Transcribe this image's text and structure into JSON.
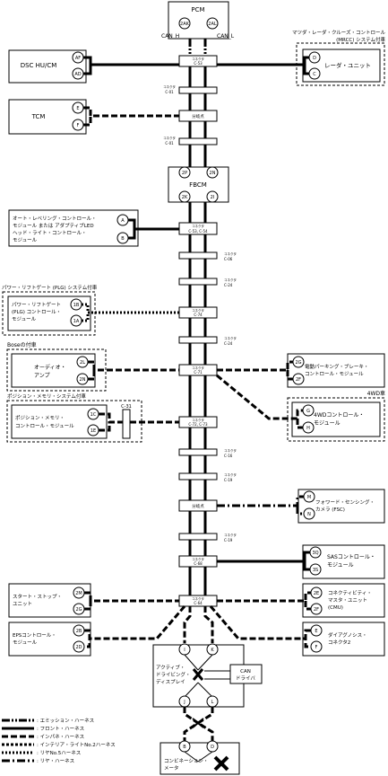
{
  "pcm": {
    "title": "PCM",
    "pin_h": "2AK",
    "pin_l": "2AL",
    "can_h": "CAN_H",
    "can_l": "CAN_L"
  },
  "mrcc": {
    "system": "マツダ・レーダ・クルーズ・コントロール",
    "system2": "(MRCC) システム付車",
    "unit": "レーダ・ユニット",
    "pin1": "D",
    "pin2": "C"
  },
  "dsc": {
    "label": "DSC HU/CM",
    "pin1": "AF",
    "pin2": "AD"
  },
  "tcm": {
    "label": "TCM",
    "pin1": "E",
    "pin2": "F"
  },
  "fbcm": {
    "label": "FBCM",
    "pins": [
      "2P",
      "2N",
      "2K",
      "2I"
    ]
  },
  "headlight": {
    "lines": [
      "オート・レベリング・コントロール・",
      "モジュール または アダプティブLED",
      "ヘッド・ライト・コントロール・",
      "モジュール"
    ],
    "pin1": "A",
    "pin2": "B"
  },
  "plg": {
    "system": "パワー・リフトゲート (PLG) システム付車",
    "lines": [
      "パワー・リフトゲート",
      "(PLG) コントロール・",
      "モジュール"
    ],
    "pin1": "1B",
    "pin2": "1A"
  },
  "audio": {
    "system": "Boseの付車",
    "lines": [
      "オーディオ・",
      "アンプ"
    ],
    "pin1": "2L",
    "pin2": "2N"
  },
  "epb": {
    "lines": [
      "電動パーキング・ブレーキ・",
      "コントロール・モジュール"
    ],
    "pin1": "2G",
    "pin2": "2F"
  },
  "fourwd": {
    "system": "4WD車",
    "lines": [
      "4WDコントロール・",
      "モジュール"
    ],
    "pin1": "G",
    "pin2": "H"
  },
  "memory": {
    "system": "ポジション・メモリ・システム付車",
    "lines": [
      "ポジション・メモリ・",
      "コントロール・モジュール"
    ],
    "pin1": "1C",
    "pin2": "1E",
    "connector": "C-31"
  },
  "fsc": {
    "lines": [
      "フォワード・センシング・",
      "カメラ (FSC)"
    ],
    "pin1": "M",
    "pin2": "N"
  },
  "sas": {
    "lines": [
      "SASコントロール・",
      "モジュール"
    ],
    "pin1": "3Q",
    "pin2": "3S"
  },
  "startstop": {
    "lines": [
      "スタート・ストップ・",
      "ユニット"
    ],
    "pin1": "2M",
    "pin2": "2G"
  },
  "cmu": {
    "lines": [
      "コネクティビティ・",
      "マスタ・ユニット",
      "(CMU)"
    ],
    "pin1": "2E",
    "pin2": "2F"
  },
  "eps": {
    "lines": [
      "EPSコントロール・",
      "モジュール"
    ],
    "pin1": "2B",
    "pin2": "2D"
  },
  "dlc": {
    "lines": [
      "ダイアグノシス・",
      "コネクタ2"
    ],
    "pin1": "E",
    "pin2": "F"
  },
  "add": {
    "lines": [
      "アクティブ・",
      "ドライビング・",
      "ディスプレイ"
    ],
    "pins": [
      "I",
      "K",
      "J",
      "L"
    ],
    "can_driver": [
      "CAN",
      "ドライバ"
    ]
  },
  "combi": {
    "lines": [
      "コンビネーション・",
      "メータ"
    ],
    "pin1": "B",
    "pin2": "D"
  },
  "connectors": {
    "c53": [
      "コネクタ",
      "C-53"
    ],
    "c01a": [
      "コネクタ",
      "C-01"
    ],
    "j1": "分岐点",
    "c01b": [
      "コネクタ",
      "C-01"
    ],
    "c5354": [
      "コネクタ",
      "C-53, C-54"
    ],
    "c06": [
      "コネクタ",
      "C-06"
    ],
    "c24a": [
      "コネクタ",
      "C-24"
    ],
    "c74": [
      "コネクタ",
      "C-74"
    ],
    "c24b": [
      "コネクタ",
      "C-24"
    ],
    "c71": [
      "コネクタ",
      "C-71"
    ],
    "c7273": [
      "コネクタ",
      "C-72, C-73"
    ],
    "c16": [
      "コネクタ",
      "C-16"
    ],
    "c19a": [
      "コネクタ",
      "C-19"
    ],
    "j2": "分岐点",
    "c19b": [
      "コネクタ",
      "C-19"
    ],
    "c68": [
      "コネクタ",
      "C-68"
    ],
    "c64": [
      "コネクタ",
      "C-64"
    ]
  },
  "legend": [
    {
      "style": "h-em",
      "label": ": エミッション・ハーネス"
    },
    {
      "style": "h-fr",
      "label": ": フロント・ハーネス"
    },
    {
      "style": "h-in",
      "label": ": インパネ・ハーネス"
    },
    {
      "style": "h-il",
      "label": ": インテリア・ライトNo.2ハーネス"
    },
    {
      "style": "h-r5",
      "label": ": リヤNo.5ハーネス"
    },
    {
      "style": "h-re",
      "label": ": リヤ・ハーネス"
    }
  ]
}
